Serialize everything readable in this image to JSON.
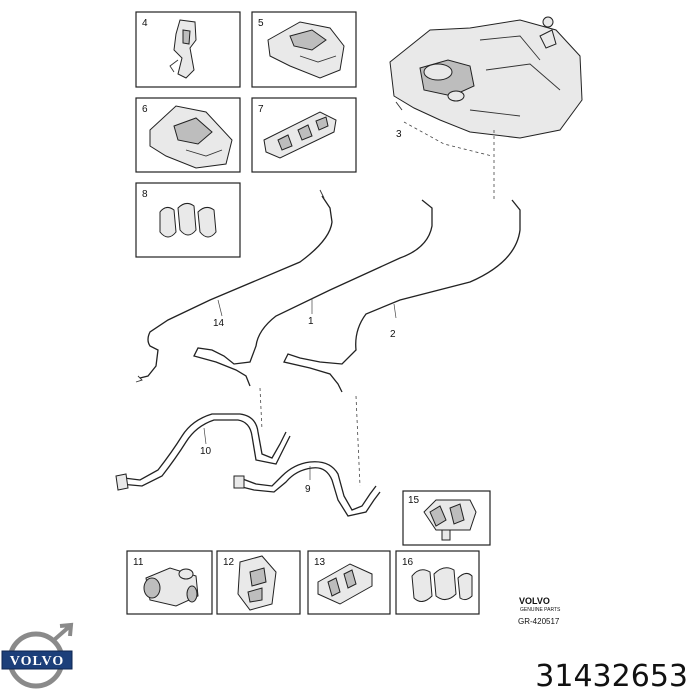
{
  "callouts": {
    "c1": "1",
    "c2": "2",
    "c3": "3",
    "c4": "4",
    "c5": "5",
    "c6": "6",
    "c7": "7",
    "c8": "8",
    "c9": "9",
    "c10": "10",
    "c11": "11",
    "c12": "12",
    "c13": "13",
    "c14": "14",
    "c15": "15",
    "c16": "16"
  },
  "footer": {
    "brand_small": "VOLVO",
    "genuine": "GENUINE PARTS",
    "ref": "GR-420517",
    "logo": "VOLVO",
    "part_number": "31432653"
  }
}
